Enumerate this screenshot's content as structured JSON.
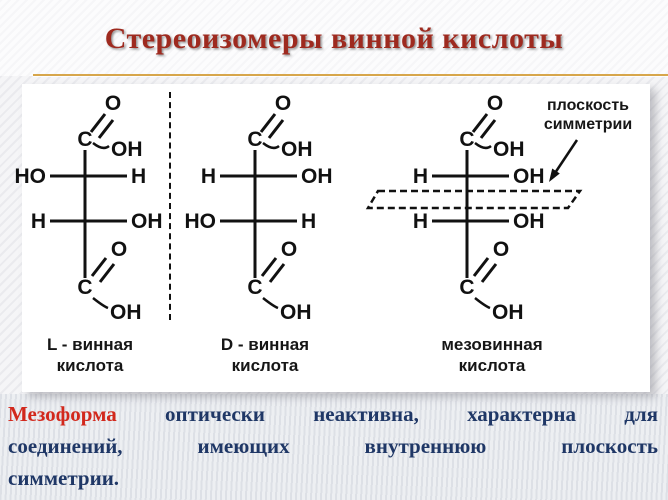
{
  "title": "Стереоизомеры винной кислоты",
  "diagram": {
    "molecules": {
      "l": {
        "label_line1": "L - винная",
        "label_line2": "кислота",
        "top": {
          "c": "C",
          "o": "O",
          "oh": "OH"
        },
        "row1": {
          "left": "HO",
          "right": "H"
        },
        "row2": {
          "left": "H",
          "right": "OH"
        },
        "bottom": {
          "c": "C",
          "o": "O",
          "oh": "OH"
        }
      },
      "d": {
        "label_line1": "D - винная",
        "label_line2": "кислота",
        "top": {
          "c": "C",
          "o": "O",
          "oh": "OH"
        },
        "row1": {
          "left": "H",
          "right": "OH"
        },
        "row2": {
          "left": "HO",
          "right": "H"
        },
        "bottom": {
          "c": "C",
          "o": "O",
          "oh": "OH"
        }
      },
      "meso": {
        "label_line1": "мезовинная",
        "label_line2": "кислота",
        "top": {
          "c": "C",
          "o": "O",
          "oh": "OH"
        },
        "row1": {
          "left": "H",
          "right": "OH"
        },
        "row2": {
          "left": "H",
          "right": "OH"
        },
        "bottom": {
          "c": "C",
          "o": "O",
          "oh": "OH"
        }
      }
    },
    "plane_label_line1": "плоскость",
    "plane_label_line2": "симметрии"
  },
  "caption": {
    "highlight": "Мезоформа",
    "line1_rest": "оптически неактивна, характерна для",
    "line2": "соединений, имеющих внутреннюю плоскость",
    "line3": "симметрии."
  },
  "colors": {
    "title_red": "#9e2a1f",
    "divider_gold": "#d7a64b",
    "caption_navy": "#1f3766",
    "caption_red": "#d2281c",
    "structure_black": "#111111",
    "panel_white": "#ffffff"
  }
}
